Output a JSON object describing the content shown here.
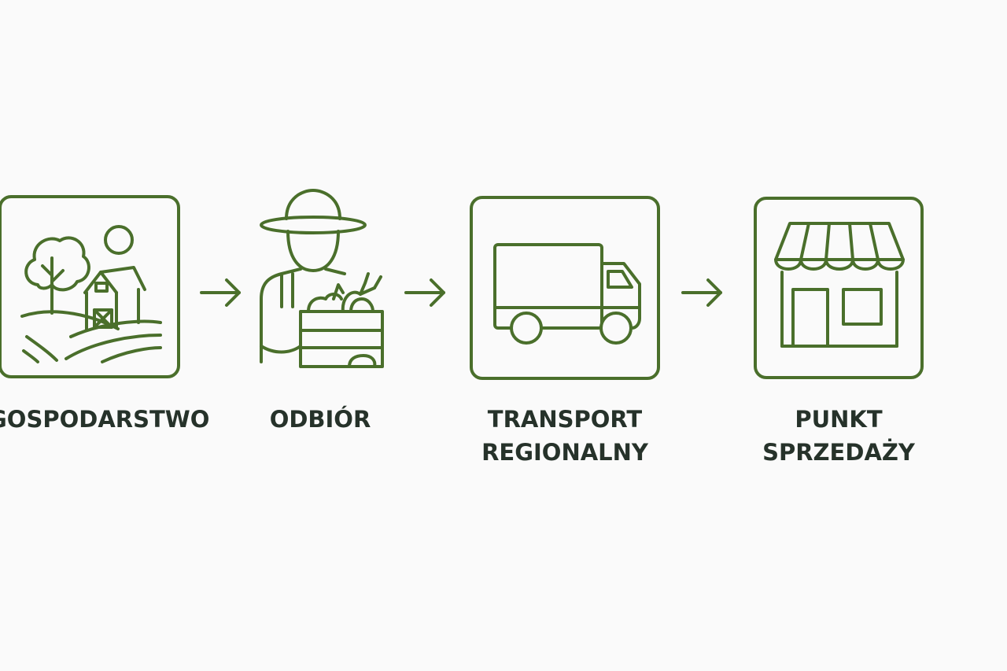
{
  "diagram": {
    "accent_color": "#4a6f2b",
    "text_color": "#26322a",
    "steps": [
      {
        "icon": "farm-icon",
        "lines": [
          "GOSPODARSTWO"
        ]
      },
      {
        "icon": "farmer-with-crate-icon",
        "lines": [
          "ODBIÓR"
        ]
      },
      {
        "icon": "truck-icon",
        "lines": [
          "TRANSPORT",
          "REGIONALNY"
        ]
      },
      {
        "icon": "shop-icon",
        "lines": [
          "PUNKT",
          "SPRZEDAŻY"
        ]
      }
    ],
    "connectors": [
      {
        "icon": "arrow-right-icon"
      },
      {
        "icon": "arrow-right-icon"
      },
      {
        "icon": "arrow-right-icon"
      }
    ]
  }
}
